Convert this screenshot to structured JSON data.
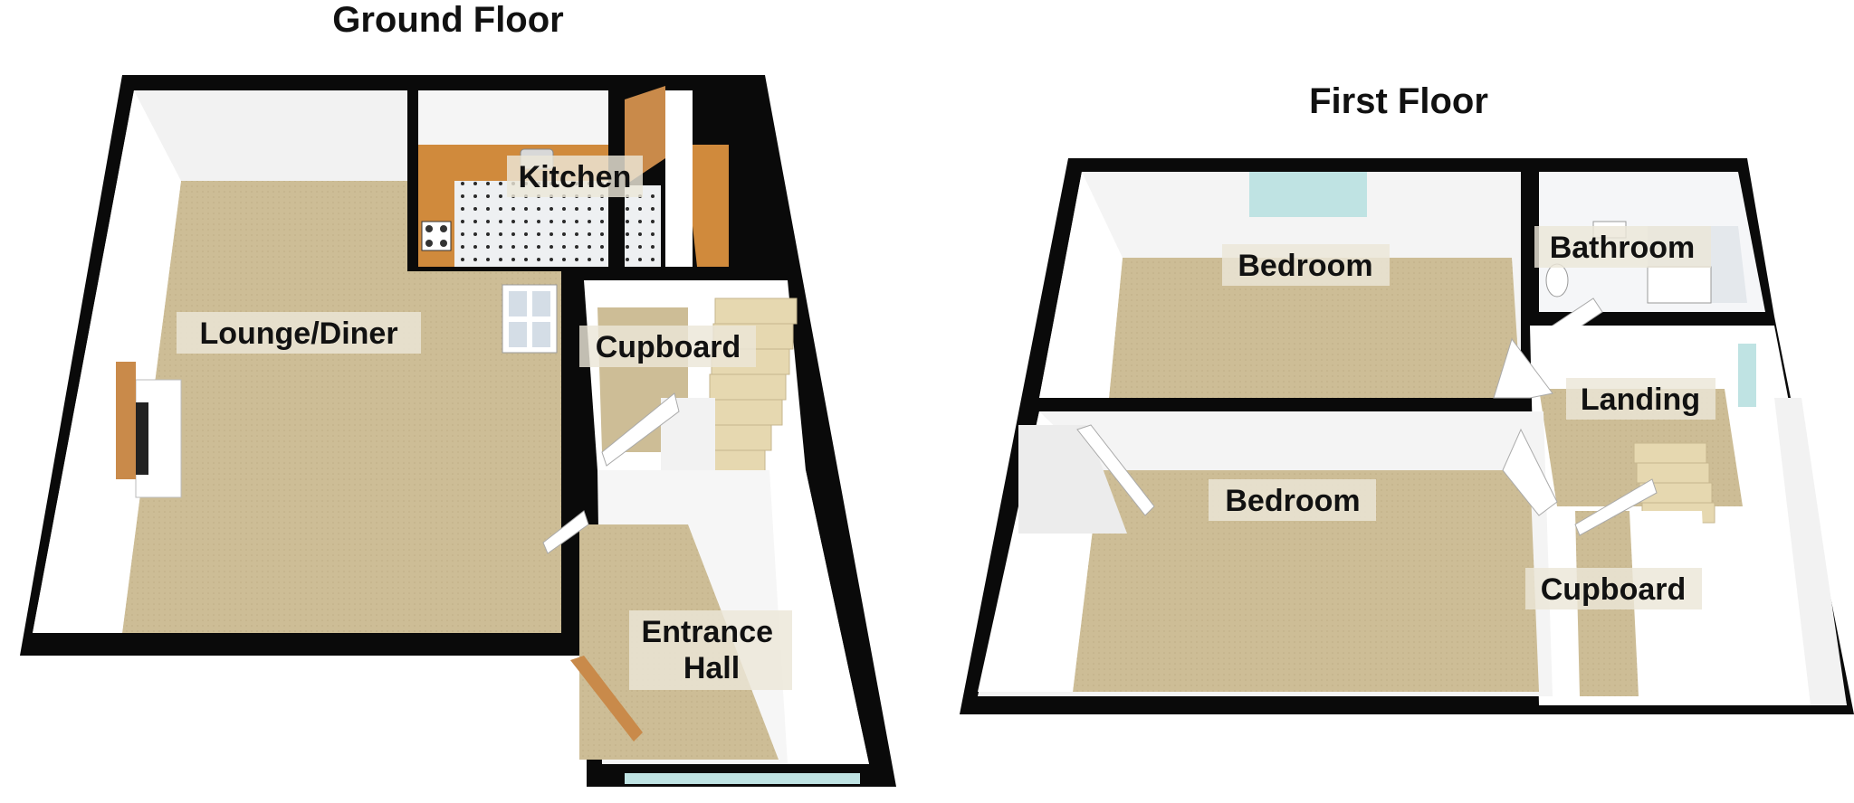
{
  "floors": [
    {
      "title": "Ground Floor",
      "rooms": [
        {
          "label": "Kitchen"
        },
        {
          "label": "Lounge/Diner"
        },
        {
          "label": "Cupboard"
        },
        {
          "label": "Entrance\nHall"
        }
      ]
    },
    {
      "title": "First Floor",
      "rooms": [
        {
          "label": "Bedroom"
        },
        {
          "label": "Bathroom"
        },
        {
          "label": "Landing"
        },
        {
          "label": "Bedroom"
        },
        {
          "label": "Cupboard"
        }
      ]
    }
  ],
  "colors": {
    "wall": "#0a0a0a",
    "carpet": "#cdbd96",
    "inner_wall": "#f4f4f4",
    "worktop": "#d08a3c",
    "door": "#c98a4a",
    "tile": "#dfe4ea",
    "window": "#bfe3e3",
    "stairs": "#e6d8b0"
  }
}
